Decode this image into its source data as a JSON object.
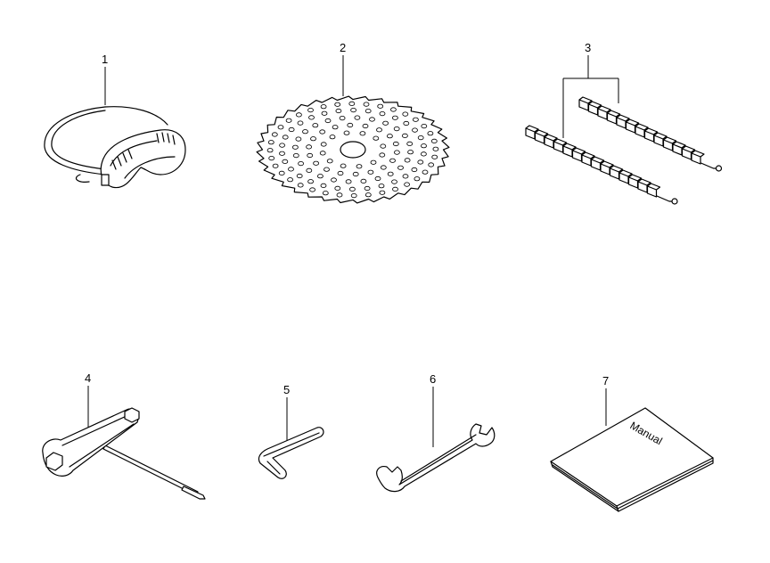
{
  "parts": [
    {
      "callout": "1",
      "icon": "goggles-icon"
    },
    {
      "callout": "2",
      "icon": "saw-blade-icon"
    },
    {
      "callout": "3",
      "icon": "cutting-line-icon"
    },
    {
      "callout": "4",
      "icon": "plug-wrench-icon"
    },
    {
      "callout": "5",
      "icon": "hex-key-icon"
    },
    {
      "callout": "6",
      "icon": "open-wrench-icon"
    },
    {
      "callout": "7",
      "icon": "manual-icon"
    }
  ],
  "manual_cover_text": "Manual"
}
